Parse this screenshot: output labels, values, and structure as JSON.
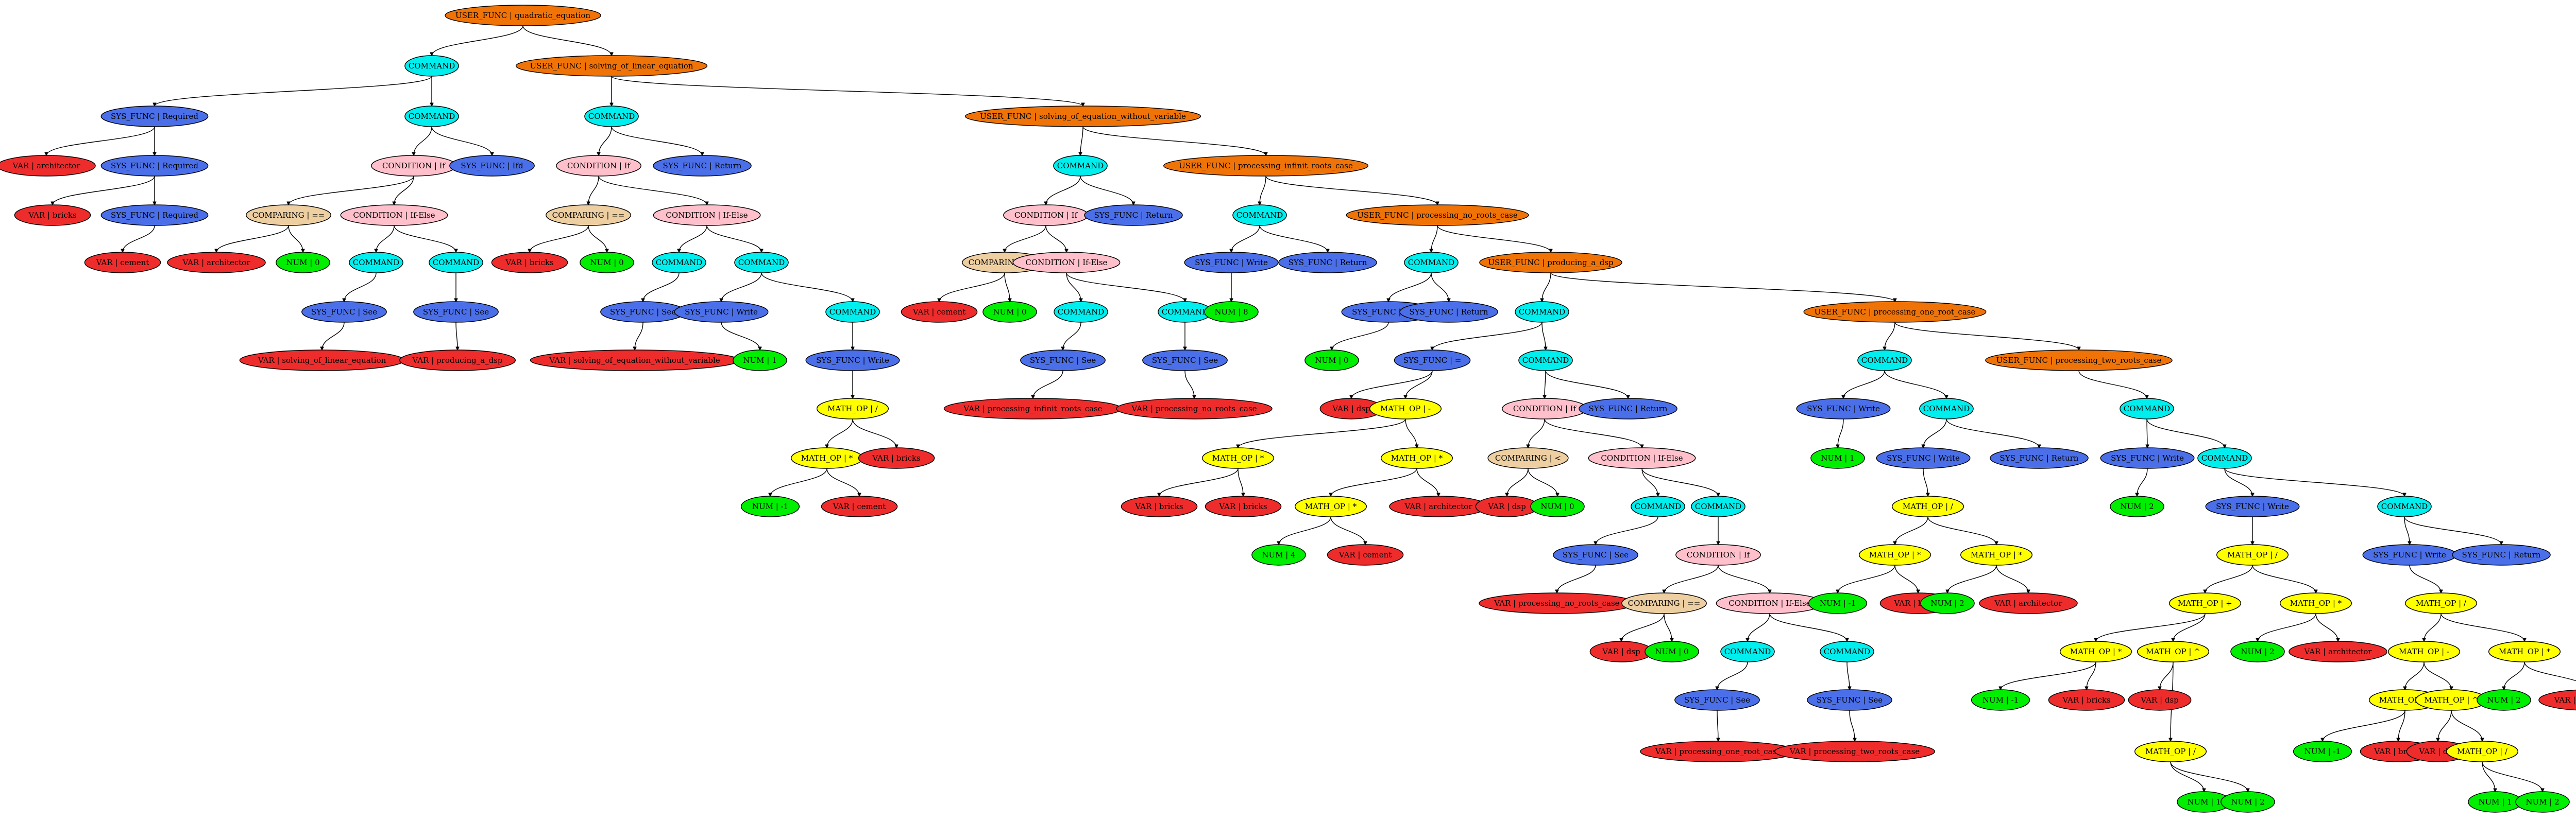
{
  "colors": {
    "USER_FUNC": "#F07308",
    "COMMAND": "#00EEEE",
    "SYS_FUNC": "#4A6FE8",
    "VAR": "#EE2C2C",
    "NUM": "#00EE00",
    "CONDITION": "#FFC0CB",
    "COMPARING": "#EECFA1",
    "MATH_OP": "#FFFF00"
  },
  "labels": {
    "n0": "USER_FUNC | quadratic_equation",
    "n1": "COMMAND",
    "n2": "SYS_FUNC | Required",
    "n3": "VAR | architector",
    "n4": "SYS_FUNC | Required",
    "n5": "VAR | bricks",
    "n6": "SYS_FUNC | Required",
    "n7": "VAR | cement",
    "n8": "COMMAND",
    "n9": "CONDITION | If",
    "n10": "COMPARING | ==",
    "n11": "VAR | architector",
    "n12": "NUM | 0",
    "n13": "CONDITION | If-Else",
    "n14": "COMMAND",
    "n15": "SYS_FUNC | See",
    "n16": "VAR | solving_of_linear_equation",
    "n17": "COMMAND",
    "n18": "SYS_FUNC | See",
    "n19": "VAR | producing_a_dsp",
    "n20": "SYS_FUNC | Ifd",
    "n21": "USER_FUNC | solving_of_linear_equation",
    "n22": "COMMAND",
    "n23": "CONDITION | If",
    "n24": "COMPARING | ==",
    "n25": "VAR | bricks",
    "n26": "NUM | 0",
    "n27": "CONDITION | If-Else",
    "n28": "COMMAND",
    "n29": "SYS_FUNC | See",
    "n30": "VAR | solving_of_equation_without_variable",
    "n31": "COMMAND",
    "n32": "SYS_FUNC | Write",
    "n33": "NUM | 1",
    "n34": "COMMAND",
    "n35": "SYS_FUNC | Write",
    "n36": "MATH_OP | /",
    "n37": "MATH_OP | *",
    "n38": "NUM | -1",
    "n39": "VAR | cement",
    "n40": "VAR | bricks",
    "n41": "SYS_FUNC | Return",
    "n42": "USER_FUNC | solving_of_equation_without_variable",
    "n43": "COMMAND",
    "n44": "CONDITION | If",
    "n45": "COMPARING | ==",
    "n46": "VAR | cement",
    "n47": "NUM | 0",
    "n48": "CONDITION | If-Else",
    "n49": "COMMAND",
    "n50": "SYS_FUNC | See",
    "n51": "VAR | processing_infinit_roots_case",
    "n52": "COMMAND",
    "n53": "SYS_FUNC | See",
    "n54": "VAR | processing_no_roots_case",
    "n55": "SYS_FUNC | Return",
    "n56": "USER_FUNC | processing_infinit_roots_case",
    "n57": "COMMAND",
    "n58": "SYS_FUNC | Write",
    "n59": "NUM | 8",
    "n60": "SYS_FUNC | Return",
    "n61": "USER_FUNC | processing_no_roots_case",
    "n62": "COMMAND",
    "n63": "SYS_FUNC | Write",
    "n64": "NUM | 0",
    "n65": "SYS_FUNC | Return",
    "n66": "USER_FUNC | producing_a_dsp",
    "n67": "COMMAND",
    "n68": "SYS_FUNC | =",
    "n69": "VAR | dsp",
    "n70": "MATH_OP | -",
    "n71": "MATH_OP | *",
    "n72": "VAR | bricks",
    "n73": "VAR | bricks",
    "n74": "MATH_OP | *",
    "n75": "MATH_OP | *",
    "n76": "NUM | 4",
    "n77": "VAR | cement",
    "n78": "VAR | architector",
    "n79": "COMMAND",
    "n80": "CONDITION | If",
    "n81": "COMPARING | <",
    "n82": "VAR | dsp",
    "n83": "NUM | 0",
    "n84": "CONDITION | If-Else",
    "n85": "COMMAND",
    "n86": "SYS_FUNC | See",
    "n87": "VAR | processing_no_roots_case",
    "n88": "COMMAND",
    "n89": "CONDITION | If",
    "n90": "COMPARING | ==",
    "n91": "VAR | dsp",
    "n92": "NUM | 0",
    "n93": "CONDITION | If-Else",
    "n94": "COMMAND",
    "n95": "SYS_FUNC | See",
    "n96": "VAR | processing_one_root_case",
    "n97": "COMMAND",
    "n98": "SYS_FUNC | See",
    "n99": "VAR | processing_two_roots_case",
    "n100": "SYS_FUNC | Return",
    "n101": "USER_FUNC | processing_one_root_case",
    "n102": "COMMAND",
    "n103": "SYS_FUNC | Write",
    "n104": "NUM | 1",
    "n105": "COMMAND",
    "n106": "SYS_FUNC | Write",
    "n107": "MATH_OP | /",
    "n108": "MATH_OP | *",
    "n109": "NUM | -1",
    "n110": "VAR | bricks",
    "n111": "MATH_OP | *",
    "n112": "NUM | 2",
    "n113": "VAR | architector",
    "n114": "SYS_FUNC | Return",
    "n115": "USER_FUNC | processing_two_roots_case",
    "n116": "COMMAND",
    "n117": "SYS_FUNC | Write",
    "n118": "NUM | 2",
    "n119": "COMMAND",
    "n120": "SYS_FUNC | Write",
    "n121": "MATH_OP | /",
    "n122": "MATH_OP | +",
    "n123": "MATH_OP | *",
    "n124": "NUM | -1",
    "n125": "VAR | bricks",
    "n126": "MATH_OP | ^",
    "n127": "VAR | dsp",
    "n128": "MATH_OP | /",
    "n129": "NUM | 1",
    "n130": "NUM | 2",
    "n131": "MATH_OP | *",
    "n132": "NUM | 2",
    "n133": "VAR | architector",
    "n134": "COMMAND",
    "n135": "SYS_FUNC | Write",
    "n136": "MATH_OP | /",
    "n137": "MATH_OP | -",
    "n138": "MATH_OP | *",
    "n139": "NUM | -1",
    "n140": "VAR | bricks",
    "n141": "MATH_OP | ^",
    "n142": "VAR | dsp",
    "n143": "MATH_OP | /",
    "n144": "NUM | 1",
    "n145": "NUM | 2",
    "n146": "MATH_OP | *",
    "n147": "NUM | 2",
    "n148": "VAR | architector",
    "n149": "SYS_FUNC | Return"
  }
}
